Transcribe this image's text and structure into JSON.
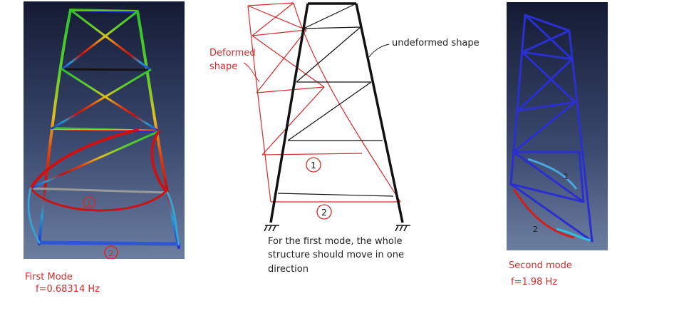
{
  "colors": {
    "red": "#d42b2b",
    "black": "#111111",
    "fea_bg_top": "#141a33",
    "fea_bg_bottom": "#6b7ea0",
    "mode_blue": "#2b2fd0"
  },
  "first_mode": {
    "title": "First Mode",
    "frequency": "f=0.68314 Hz",
    "marker_1": "1",
    "marker_2": "2"
  },
  "schematic": {
    "deformed_label_line1": "Deformed",
    "deformed_label_line2": "shape",
    "undeformed_label": "undeformed shape",
    "marker_1": "1",
    "marker_2": "2",
    "note_line1": "For the first mode, the whole",
    "note_line2": "structure should move in one",
    "note_line3": "direction"
  },
  "second_mode": {
    "title": "Second mode",
    "frequency": "f=1.98 Hz",
    "marker_1": "1",
    "marker_2": "2"
  }
}
